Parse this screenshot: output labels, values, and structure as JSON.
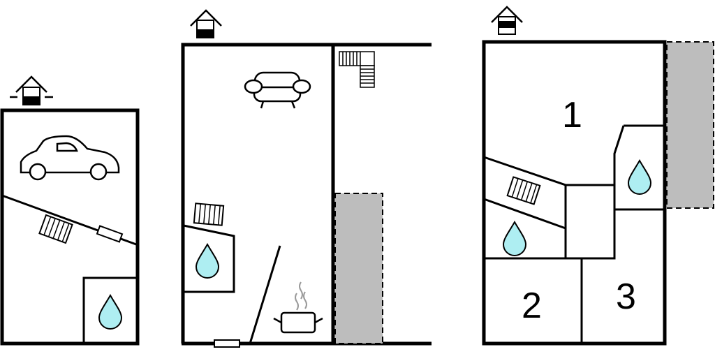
{
  "title": "Floor plan",
  "colors": {
    "wall": "#000000",
    "water": "#aeeef2",
    "outside_area": "#bdbdbd"
  },
  "floors": [
    {
      "name": "basement",
      "icons": [
        "house-basement-icon",
        "car-icon",
        "radiator-icon",
        "window-icon",
        "water-drop-icon"
      ]
    },
    {
      "name": "ground-floor",
      "icons": [
        "house-ground-icon",
        "sofa-icon",
        "stairs-icon",
        "radiator-icon",
        "water-drop-icon",
        "cooking-pot-icon",
        "window-icon"
      ]
    },
    {
      "name": "upper-floor",
      "icons": [
        "house-upper-icon",
        "radiator-icon",
        "water-drop-icon"
      ],
      "room_labels": [
        "1",
        "2",
        "3"
      ]
    }
  ]
}
